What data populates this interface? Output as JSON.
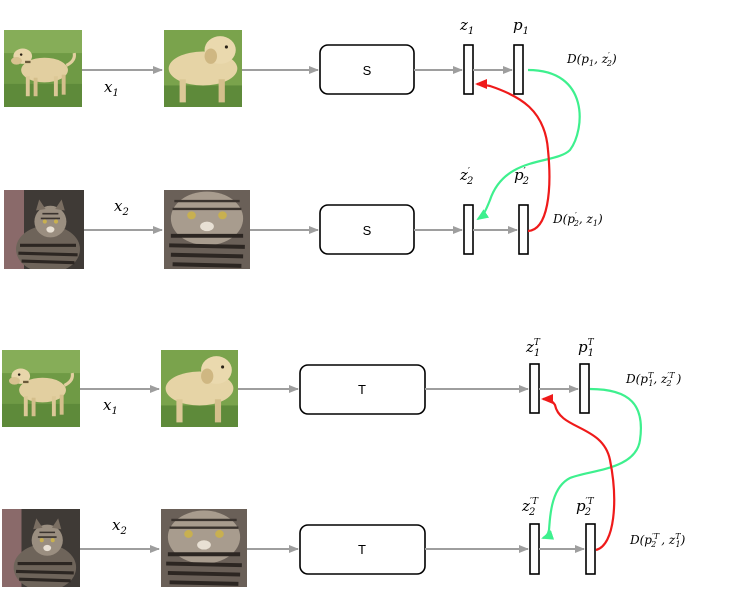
{
  "colors": {
    "arrow_gray": "#9e9e9e",
    "red": "#ef1a1a",
    "green": "#3ef08e",
    "grass": "#6f9a45",
    "dog": "#e2cfa0",
    "cat_dark": "#5a5048",
    "cat_light": "#b9aea0"
  },
  "images": {
    "dog": "dog-photo",
    "cat": "cat-photo"
  },
  "rows": [
    {
      "input_label": "x1",
      "encoder_label": "S",
      "z_label": "z1",
      "p_label": "p1",
      "loss_label": "D(p1, z2')"
    },
    {
      "input_label": "x2",
      "encoder_label": "S",
      "z_label": "z2'",
      "p_label": "p2'",
      "loss_label": "D(p2', z1)"
    },
    {
      "input_label": "x1",
      "encoder_label": "T",
      "z_label": "z1T",
      "p_label": "p1T",
      "loss_label": "D(p1T, z2'T)"
    },
    {
      "input_label": "x2",
      "encoder_label": "T",
      "z_label": "z2'T",
      "p_label": "p2'T",
      "loss_label": "D(p2'T, z1T)"
    }
  ]
}
